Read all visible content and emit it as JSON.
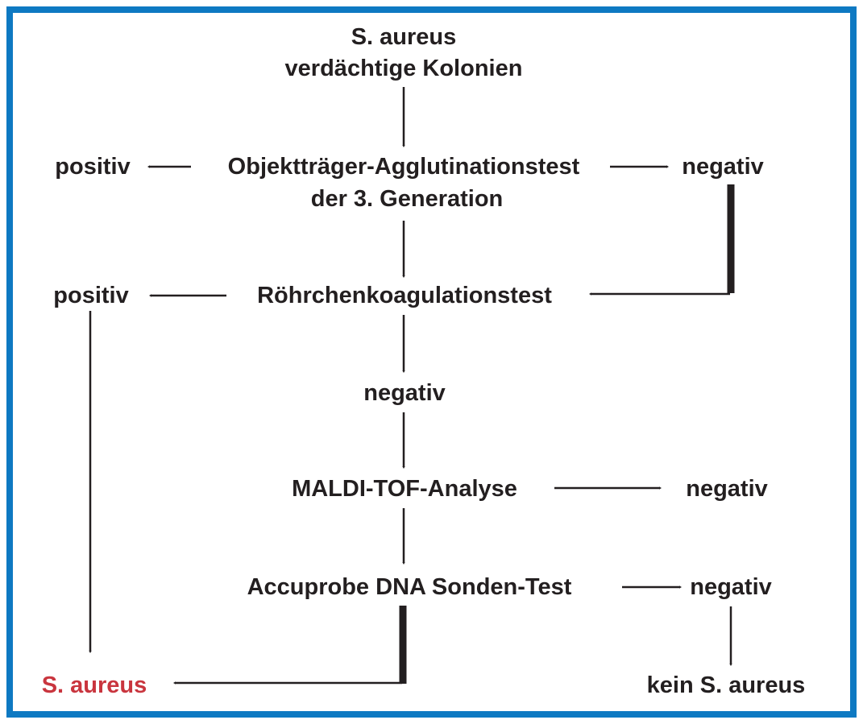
{
  "diagram": {
    "title_line1": "S. aureus",
    "title_line2": "verdächtige Kolonien",
    "row1": {
      "positive_label": "positiv",
      "test_label": "Objektträger-Agglutinationstest",
      "test_sublabel": "der 3. Generation",
      "negative_label": "negativ"
    },
    "row2": {
      "positive_label": "positiv",
      "test_label": "Röhrchenkoagulationstest",
      "negative_label": "negativ"
    },
    "row3": {
      "test_label": "MALDI-TOF-Analyse",
      "negative_label": "negativ"
    },
    "row4": {
      "test_label": "Accuprobe DNA Sonden-Test",
      "negative_label": "negativ"
    },
    "results": {
      "positive_result": "S. aureus",
      "negative_result": "kein S. aureus"
    },
    "colors": {
      "border": "#0e79c2",
      "text": "#231f20",
      "positive_result": "#c9353e",
      "background": "#ffffff"
    }
  }
}
